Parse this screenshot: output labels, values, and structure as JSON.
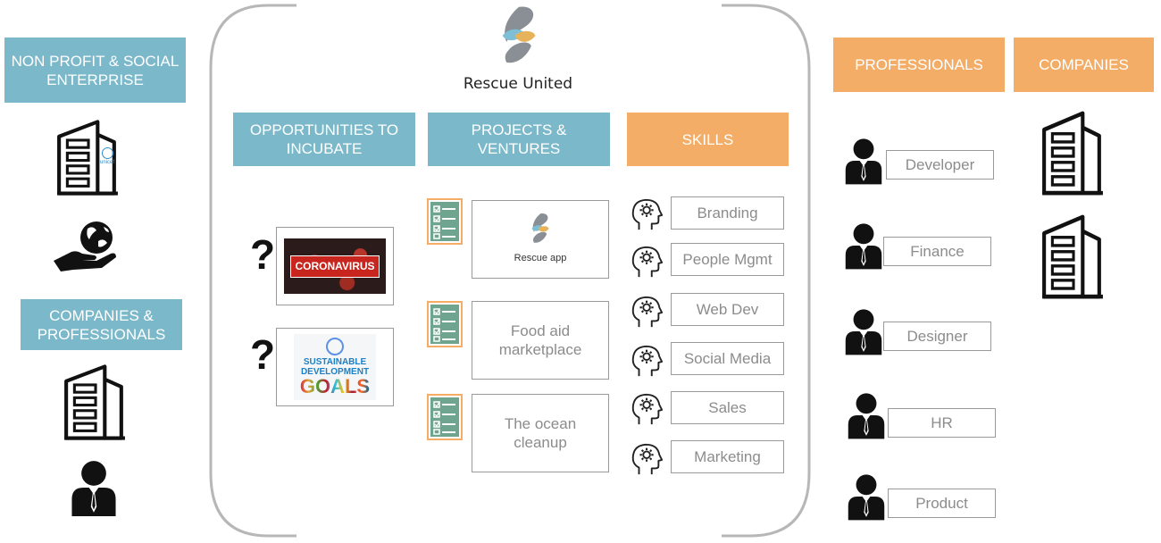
{
  "brand": {
    "name": "Rescue United"
  },
  "left": {
    "nonprofit_header": "NON PROFIT & SOCIAL ENTERPRISE",
    "unicef_label": "unicef",
    "companies_header": "COMPANIES & PROFESSIONALS"
  },
  "columns": {
    "opportunities": {
      "header": "OPPORTUNITIES TO INCUBATE",
      "items": [
        {
          "question": "?",
          "label": "CORONAVIRUS"
        },
        {
          "question": "?",
          "line1": "SUSTAINABLE",
          "line2": "DEVELOPMENT",
          "line3": "GOALS"
        }
      ]
    },
    "projects": {
      "header": "PROJECTS & VENTURES",
      "items": [
        {
          "label": "Rescue app"
        },
        {
          "label": "Food aid marketplace"
        },
        {
          "label": "The ocean cleanup"
        }
      ]
    },
    "skills": {
      "header": "SKILLS",
      "items": [
        {
          "label": "Branding"
        },
        {
          "label": "People Mgmt"
        },
        {
          "label": "Web Dev"
        },
        {
          "label": "Social Media"
        },
        {
          "label": "Sales"
        },
        {
          "label": "Marketing"
        }
      ]
    }
  },
  "professionals": {
    "header": "PROFESSIONALS",
    "items": [
      {
        "label": "Developer"
      },
      {
        "label": "Finance"
      },
      {
        "label": "Designer"
      },
      {
        "label": "HR"
      },
      {
        "label": "Product"
      }
    ]
  },
  "companies": {
    "header": "COMPANIES"
  },
  "colors": {
    "teal": "#7bb8c9",
    "orange": "#f3ad66",
    "border": "#9a9a9a",
    "text_gray": "#8c8c8c",
    "checklist_green": "#6fa58f"
  }
}
